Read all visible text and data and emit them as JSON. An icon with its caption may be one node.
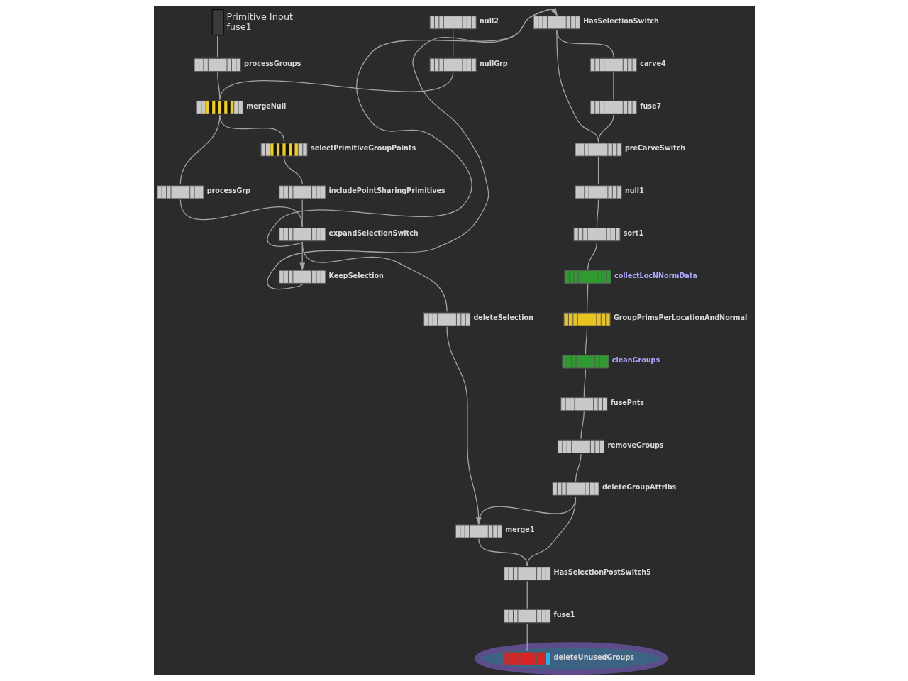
{
  "diagram": {
    "nodes": [
      {
        "text": [
          "Primitive Input",
          "fuse1"
        ]
      },
      {
        "text": [
          "null2"
        ]
      },
      {
        "text": [
          "HasSelectionSwitch"
        ]
      },
      {
        "text": [
          "processGroups"
        ]
      },
      {
        "text": [
          "nullGrp"
        ]
      },
      {
        "text": [
          "carve4"
        ]
      },
      {
        "text": [
          "mergeNull"
        ]
      },
      {
        "text": [
          "fuse7"
        ]
      },
      {
        "text": [
          "processGrp"
        ]
      },
      {
        "text": [
          "selectPrimitiveGroupPoints"
        ]
      },
      {
        "text": [
          "includePointSharingPrimitives"
        ]
      },
      {
        "text": [
          "preCarveSwitch"
        ]
      },
      {
        "text": [
          "expandSelectionSwitch"
        ]
      },
      {
        "text": [
          "null1"
        ]
      },
      {
        "text": [
          "sort1"
        ]
      },
      {
        "text": [
          "KeepSelection"
        ]
      },
      {
        "text": [
          "collectLocNNormData"
        ]
      },
      {
        "text": [
          "deleteSelection"
        ]
      },
      {
        "text": [
          "GroupPrimsPerLocationAndNormal"
        ]
      },
      {
        "text": [
          "cleanGroups"
        ]
      },
      {
        "text": [
          "fusePnts"
        ]
      },
      {
        "text": [
          "removeGroups"
        ]
      },
      {
        "text": [
          "merge1"
        ]
      },
      {
        "text": [
          "deleteGroupAttribs"
        ]
      },
      {
        "text": [
          "HasSelectionPostSwitch5"
        ]
      },
      {
        "text": [
          "fuse1"
        ]
      },
      {
        "text": [
          "deleteUnusedGroups"
        ]
      }
    ],
    "edges": [
      {
        "from": 0,
        "to": 3,
        "arrow": "none"
      },
      {
        "from": 1,
        "to": 4,
        "arrow": "none"
      },
      {
        "from": 3,
        "to": 6,
        "arrow": "none"
      },
      {
        "from": 4,
        "to": 6,
        "arrow": "none"
      },
      {
        "from": 6,
        "to": 8,
        "arrow": "none"
      },
      {
        "from": 6,
        "to": 9,
        "arrow": "none"
      },
      {
        "from": 9,
        "to": 10,
        "arrow": "none"
      },
      {
        "from": 8,
        "to": 12,
        "arrow": "none"
      },
      {
        "from": 10,
        "to": 12,
        "arrow": "none"
      },
      {
        "from": 12,
        "to": 2,
        "arrow": "to"
      },
      {
        "from": 12,
        "to": 15,
        "arrow": "to"
      },
      {
        "from": 12,
        "to": 17,
        "arrow": "none"
      },
      {
        "from": 15,
        "to": 2,
        "arrow": "to"
      },
      {
        "from": 17,
        "to": 22,
        "arrow": "to"
      },
      {
        "from": 2,
        "to": 5,
        "arrow": "none"
      },
      {
        "from": 2,
        "to": 11,
        "arrow": "none"
      },
      {
        "from": 5,
        "to": 7,
        "arrow": "none"
      },
      {
        "from": 7,
        "to": 11,
        "arrow": "none"
      },
      {
        "from": 11,
        "to": 13,
        "arrow": "none"
      },
      {
        "from": 13,
        "to": 14,
        "arrow": "none"
      },
      {
        "from": 14,
        "to": 16,
        "arrow": "none"
      },
      {
        "from": 16,
        "to": 18,
        "arrow": "none"
      },
      {
        "from": 18,
        "to": 19,
        "arrow": "none"
      },
      {
        "from": 19,
        "to": 20,
        "arrow": "none"
      },
      {
        "from": 20,
        "to": 21,
        "arrow": "none"
      },
      {
        "from": 21,
        "to": 23,
        "arrow": "none"
      },
      {
        "from": 23,
        "to": 22,
        "arrow": "none"
      },
      {
        "from": 22,
        "to": 24,
        "arrow": "none"
      },
      {
        "from": 23,
        "to": 24,
        "arrow": "none"
      },
      {
        "from": 24,
        "to": 25,
        "arrow": "none"
      },
      {
        "from": 25,
        "to": 26,
        "arrow": "none"
      }
    ]
  }
}
